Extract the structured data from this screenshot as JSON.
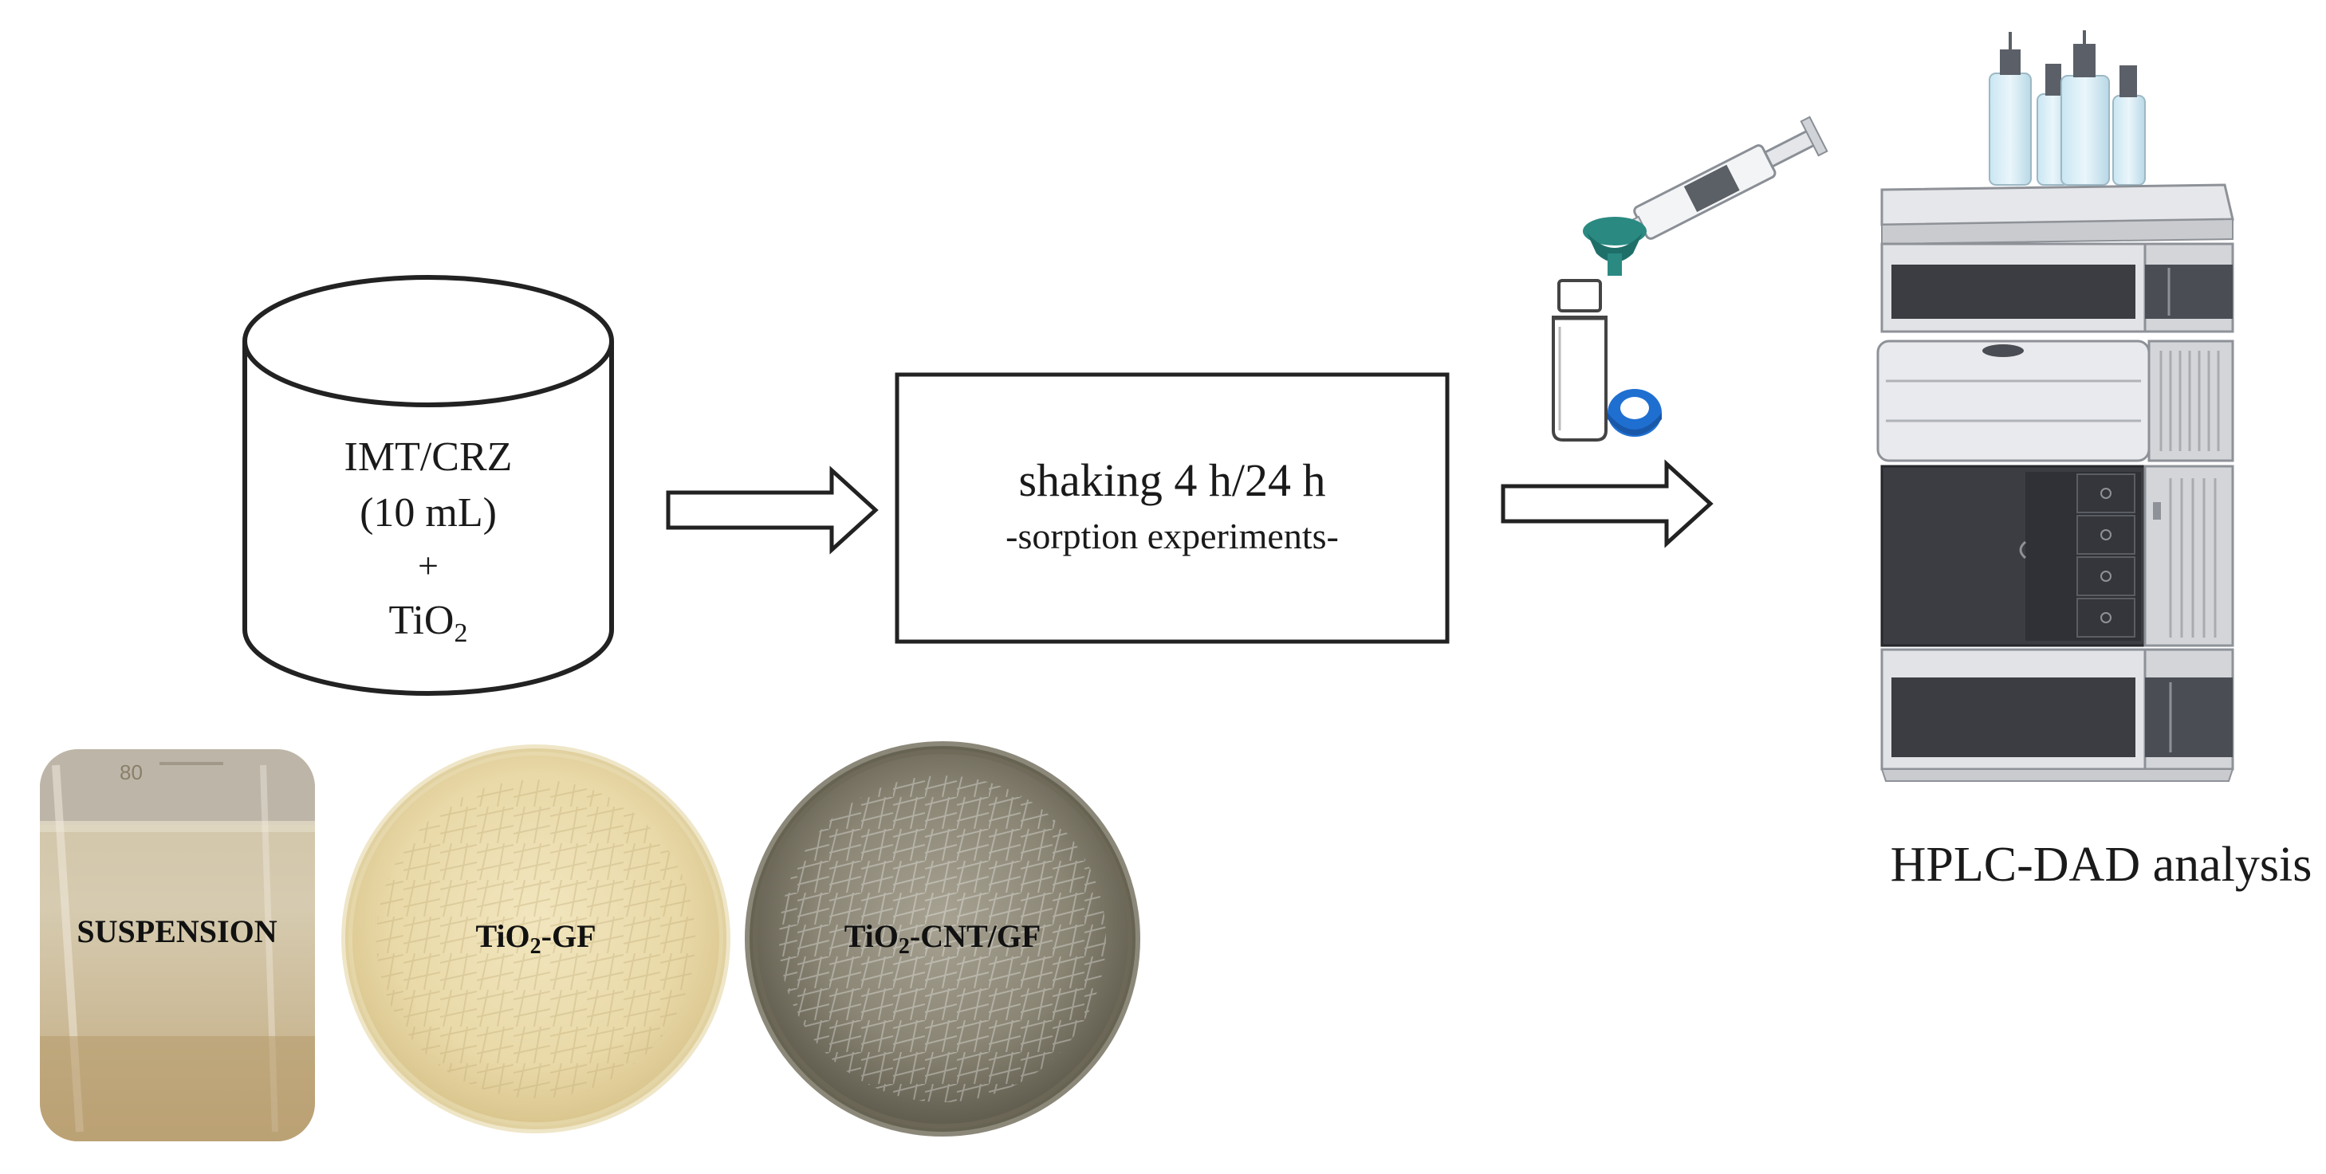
{
  "cylinder": {
    "line1": "IMT/CRZ",
    "line2": "(10 mL)",
    "line3": "+",
    "line4_base": "TiO",
    "line4_sub": "2"
  },
  "process_box": {
    "title": "shaking 4 h/24 h",
    "subtitle": "-sorption experiments-"
  },
  "photos": {
    "suspension": "SUSPENSION",
    "tio2_gf_base": "TiO",
    "tio2_gf_sub": "2",
    "tio2_gf_rest": "-GF",
    "tio2_cnt_base": "TiO",
    "tio2_cnt_sub": "2",
    "tio2_cnt_rest": "-CNT/GF",
    "beaker_marking": "80"
  },
  "analysis_label": "HPLC-DAD analysis",
  "colors": {
    "outline": "#222222",
    "vial_cap": "#1f6fd1",
    "filter": "#2a8a82",
    "instrument_dark": "#3b3d42",
    "instrument_light": "#dcdde0"
  }
}
